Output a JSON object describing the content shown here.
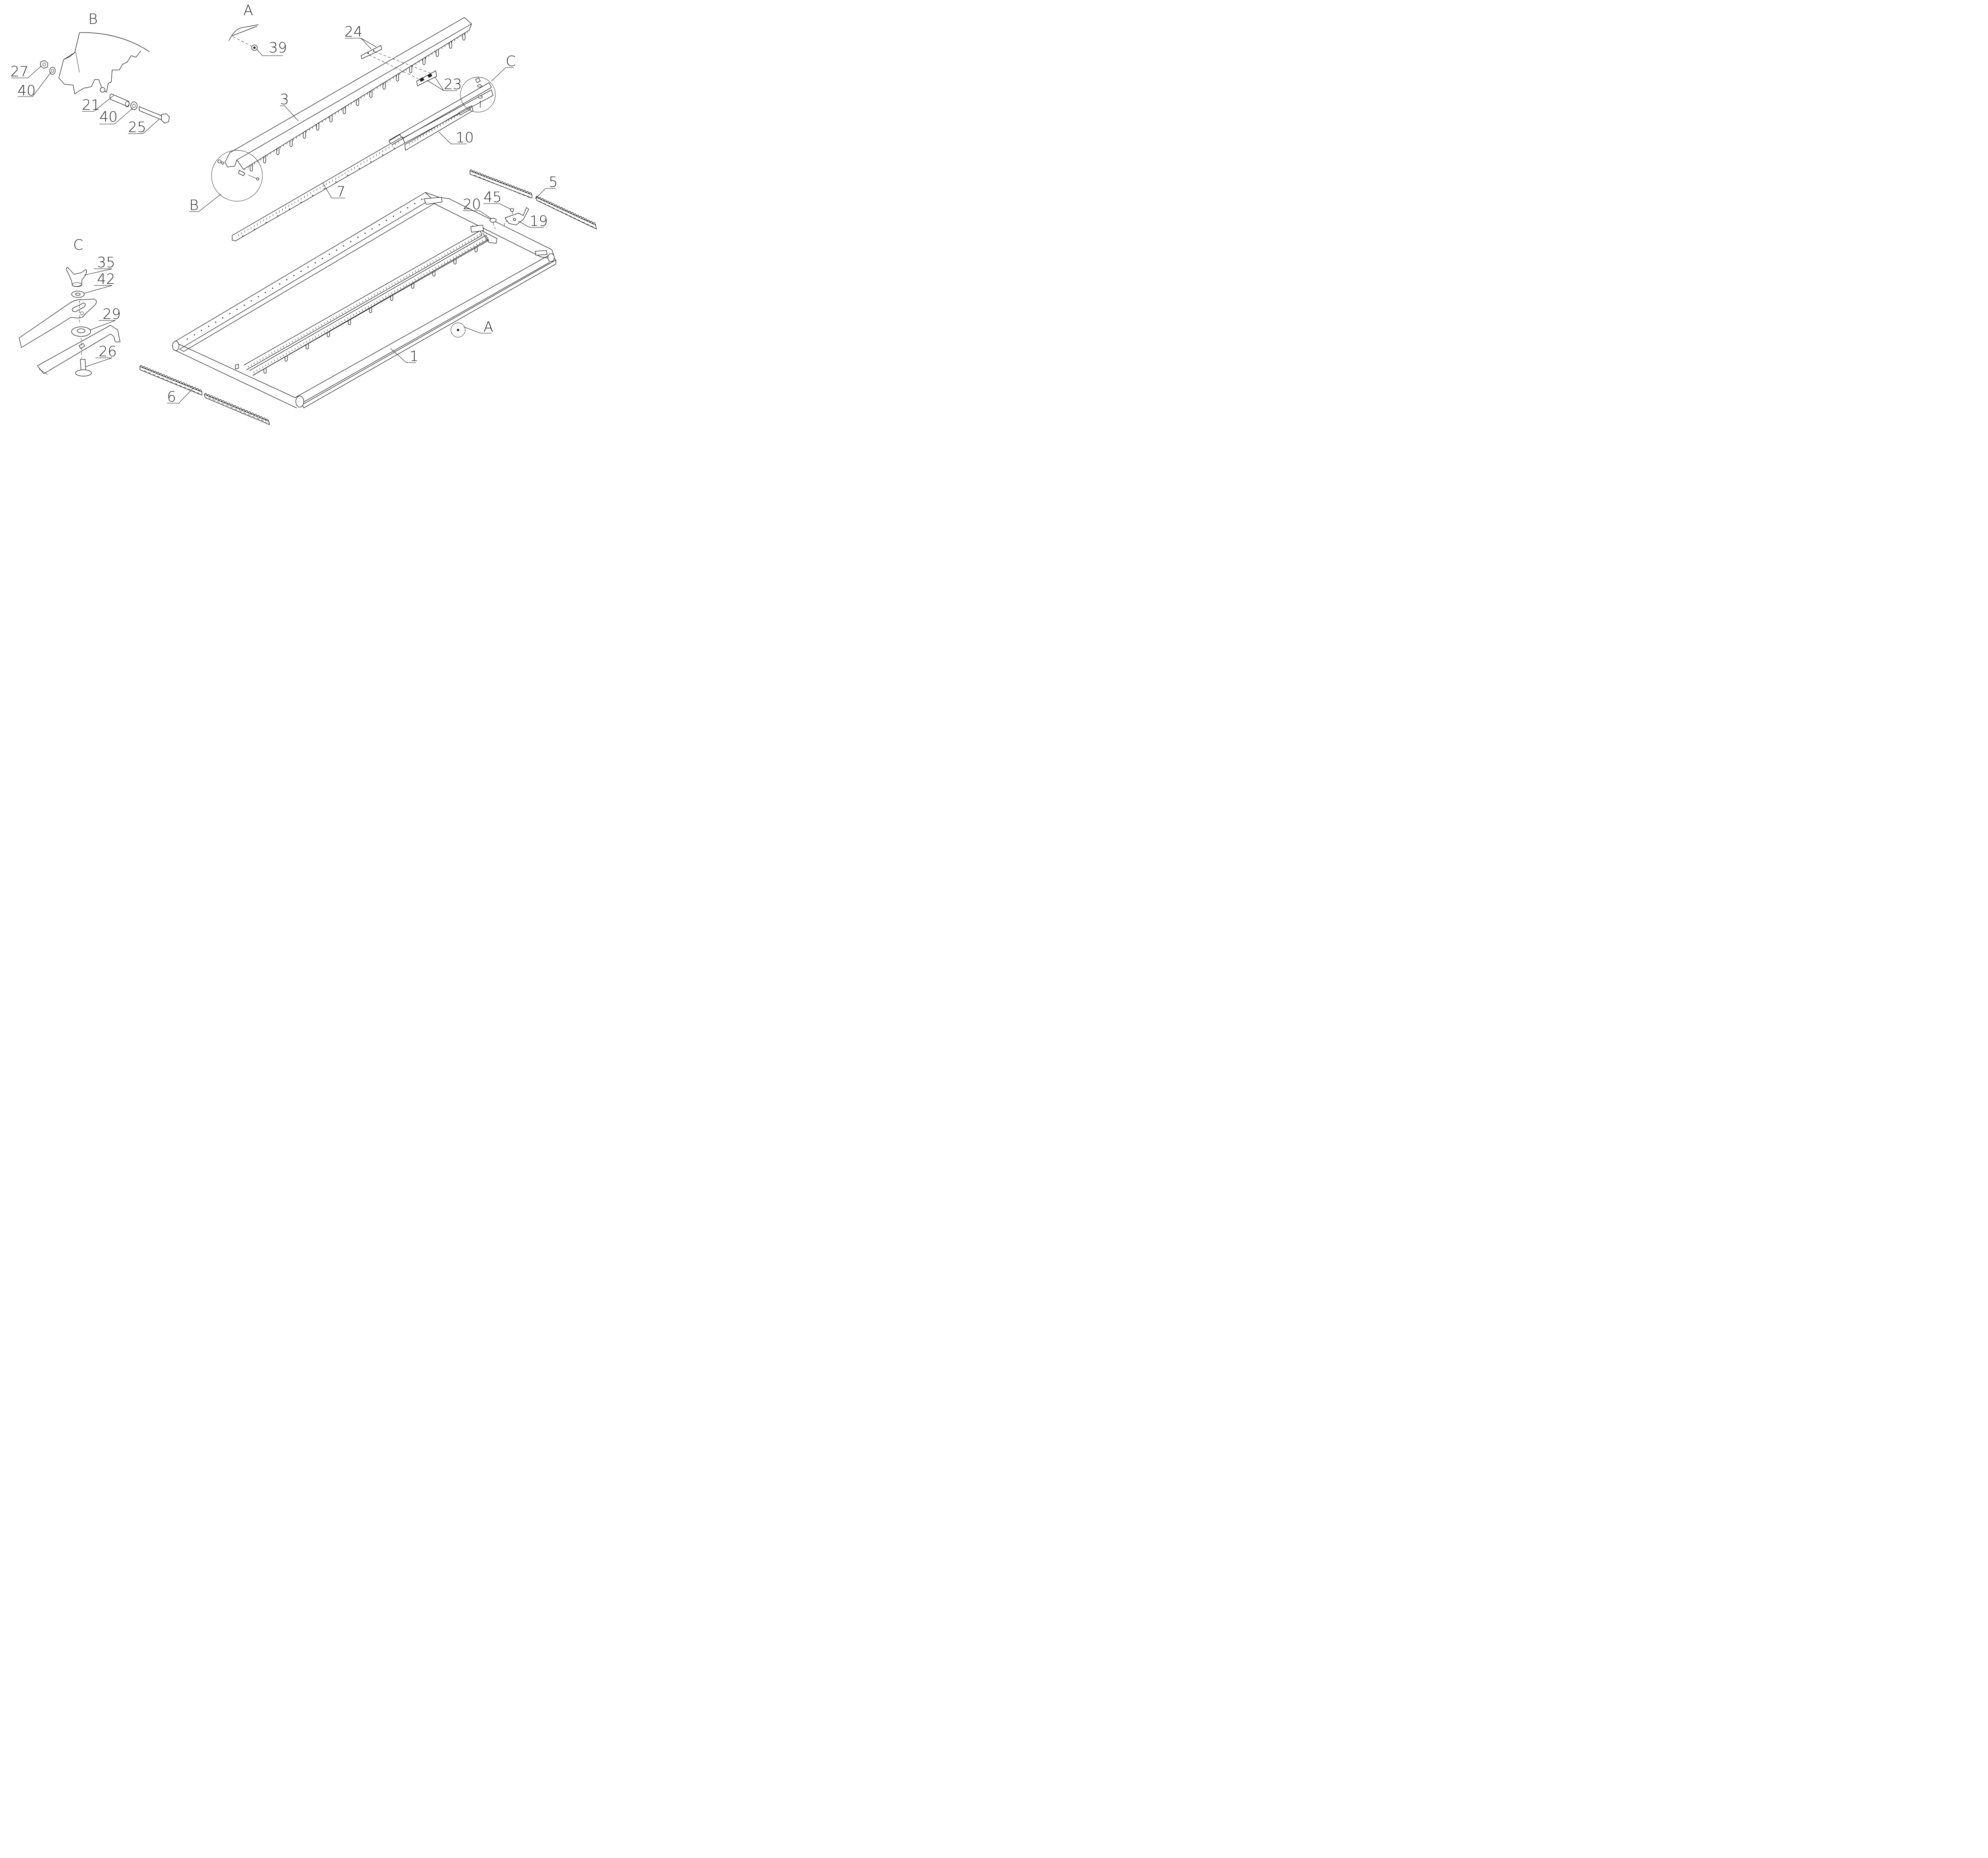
{
  "labels": {
    "view_a": "A",
    "view_b": "B",
    "view_c": "C",
    "view_c_main": "C",
    "view_b_main": "B",
    "view_a_main": "A",
    "p1": "1",
    "p3": "3",
    "p5": "5",
    "p6": "6",
    "p7": "7",
    "p10": "10",
    "p19": "19",
    "p20": "20",
    "p21": "21",
    "p23": "23",
    "p24": "24",
    "p25": "25",
    "p26": "26",
    "p27": "27",
    "p29": "29",
    "p35": "35",
    "p39": "39",
    "p40a": "40",
    "p40b": "40",
    "p42": "42",
    "p45": "45"
  }
}
